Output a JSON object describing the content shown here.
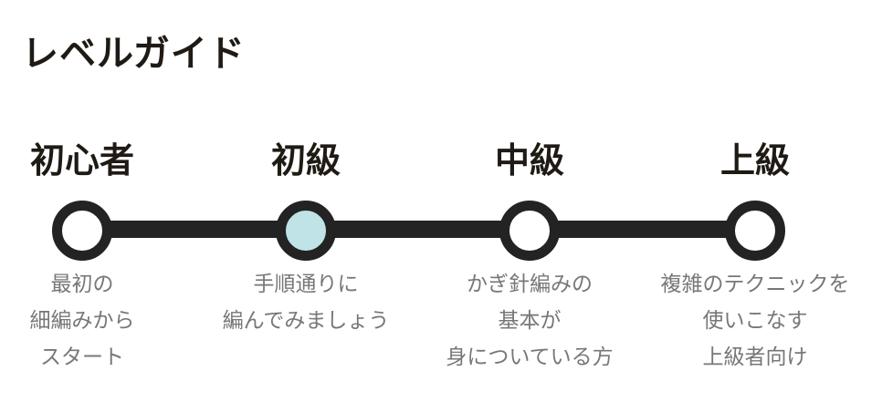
{
  "title": "レベルガイド",
  "colors": {
    "line": "#232323",
    "active_fill": "#bfe3e6",
    "default_fill": "#ffffff"
  },
  "levels": [
    {
      "label": "初心者",
      "active": false,
      "desc": [
        "最初の",
        "細編みから",
        "スタート"
      ]
    },
    {
      "label": "初級",
      "active": true,
      "desc": [
        "手順通りに",
        "編んでみましょう"
      ]
    },
    {
      "label": "中級",
      "active": false,
      "desc": [
        "かぎ針編みの",
        "基本が",
        "身についている方"
      ]
    },
    {
      "label": "上級",
      "active": false,
      "desc": [
        "複雑のテクニックを",
        "使いこなす",
        "上級者向け"
      ]
    }
  ]
}
